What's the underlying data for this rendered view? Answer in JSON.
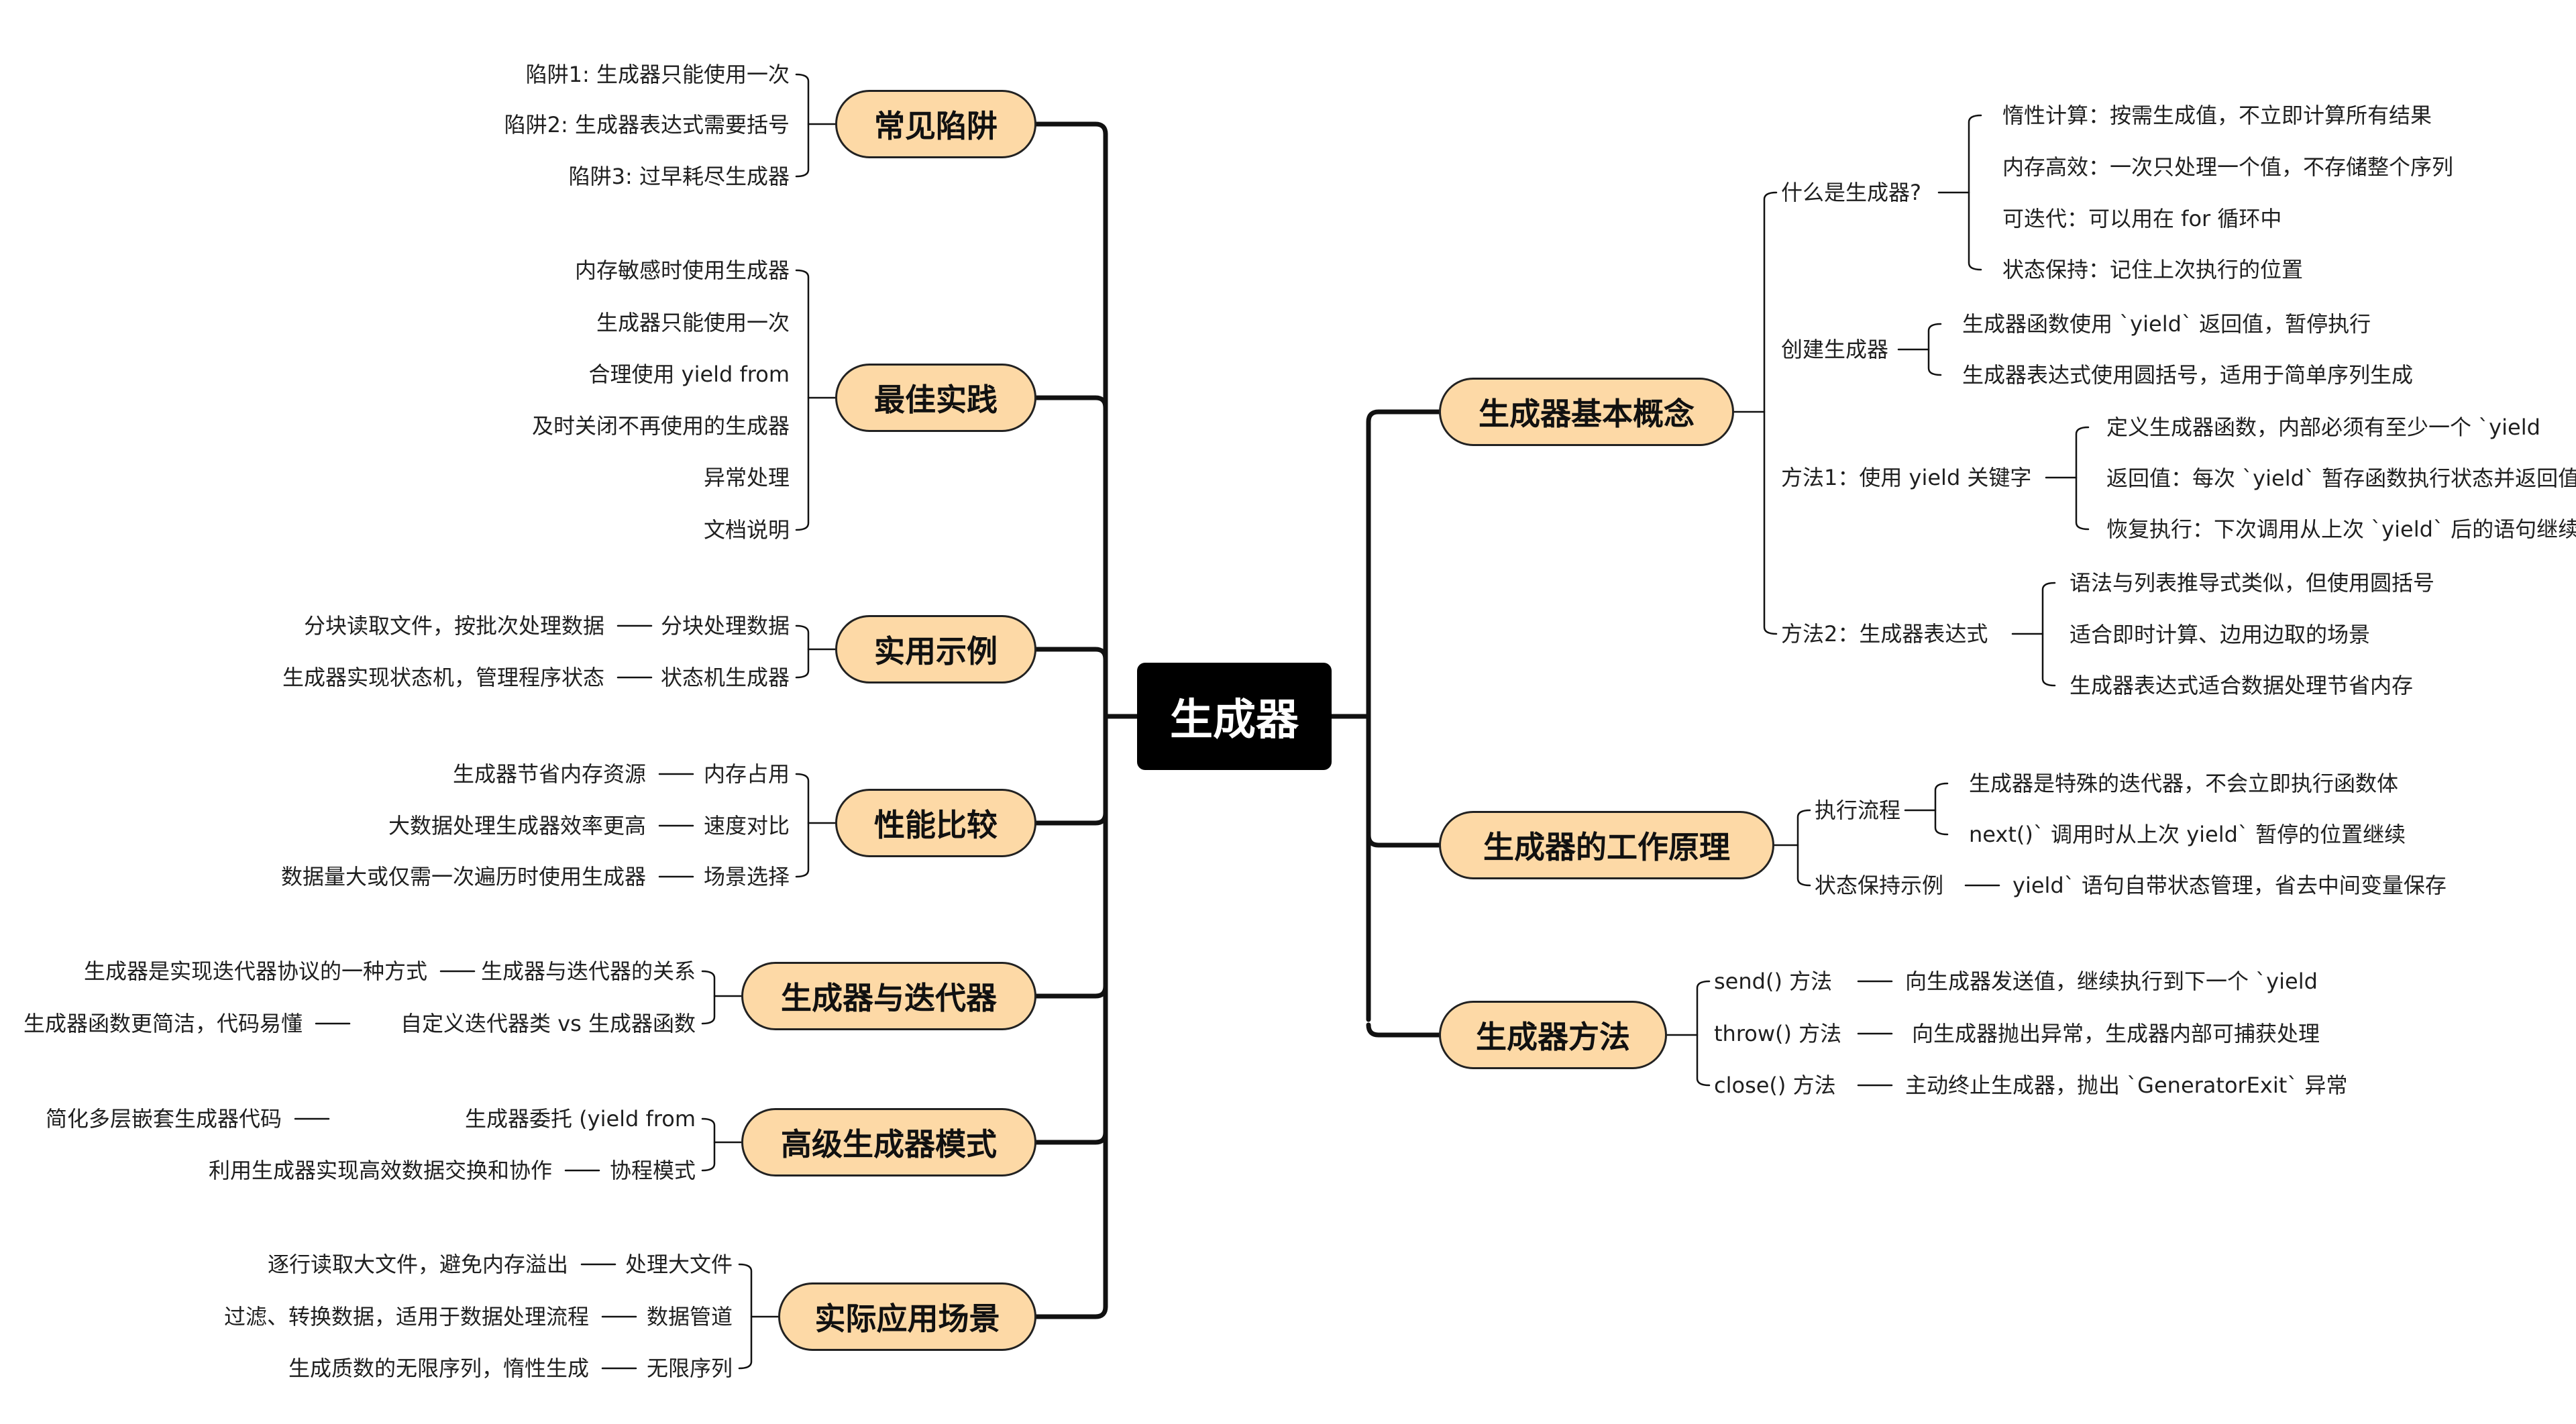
{
  "central": "生成器",
  "left": [
    {
      "label": "常见陷阱",
      "items": [
        {
          "text": "陷阱1: 生成器只能使用一次"
        },
        {
          "text": "陷阱2: 生成器表达式需要括号"
        },
        {
          "text": "陷阱3: 过早耗尽生成器"
        }
      ]
    },
    {
      "label": "最佳实践",
      "items": [
        {
          "text": "内存敏感时使用生成器"
        },
        {
          "text": "生成器只能使用一次"
        },
        {
          "text": "合理使用 yield from"
        },
        {
          "text": "及时关闭不再使用的生成器"
        },
        {
          "text": "异常处理"
        },
        {
          "text": "文档说明"
        }
      ]
    },
    {
      "label": "实用示例",
      "items": [
        {
          "text": "分块处理数据",
          "detail": "分块读取文件，按批次处理数据"
        },
        {
          "text": "状态机生成器",
          "detail": "生成器实现状态机，管理程序状态"
        }
      ]
    },
    {
      "label": "性能比较",
      "items": [
        {
          "text": "内存占用",
          "detail": "生成器节省内存资源"
        },
        {
          "text": "速度对比",
          "detail": "大数据处理生成器效率更高"
        },
        {
          "text": "场景选择",
          "detail": "数据量大或仅需一次遍历时使用生成器"
        }
      ]
    },
    {
      "label": "生成器与迭代器",
      "items": [
        {
          "text": "生成器与迭代器的关系",
          "detail": "生成器是实现迭代器协议的一种方式"
        },
        {
          "text": "自定义迭代器类 vs 生成器函数",
          "detail": "生成器函数更简洁，代码易懂"
        }
      ]
    },
    {
      "label": "高级生成器模式",
      "items": [
        {
          "text": "生成器委托 (yield from",
          "detail": "简化多层嵌套生成器代码"
        },
        {
          "text": "协程模式",
          "detail": "利用生成器实现高效数据交换和协作"
        }
      ]
    },
    {
      "label": "实际应用场景",
      "items": [
        {
          "text": "处理大文件",
          "detail": "逐行读取大文件，避免内存溢出"
        },
        {
          "text": "数据管道",
          "detail": "过滤、转换数据，适用于数据处理流程"
        },
        {
          "text": "无限序列",
          "detail": "生成质数的无限序列，惰性生成"
        }
      ]
    }
  ],
  "right": [
    {
      "label": "生成器基本概念",
      "subs": [
        {
          "label": "什么是生成器?",
          "items": [
            "惰性计算：按需生成值，不立即计算所有结果",
            "内存高效：一次只处理一个值，不存储整个序列",
            "可迭代：可以用在 for 循环中",
            "状态保持：记住上次执行的位置"
          ]
        },
        {
          "label": "创建生成器",
          "items": [
            "生成器函数使用 `yield` 返回值，暂停执行",
            "生成器表达式使用圆括号，适用于简单序列生成"
          ]
        },
        {
          "label": "方法1：使用 yield 关键字",
          "items": [
            "定义生成器函数，内部必须有至少一个 `yield",
            "返回值：每次 `yield` 暂存函数执行状态并返回值",
            "恢复执行：下次调用从上次 `yield` 后的语句继续"
          ]
        },
        {
          "label": "方法2：生成器表达式",
          "items": [
            "语法与列表推导式类似，但使用圆括号",
            "适合即时计算、边用边取的场景",
            "生成器表达式适合数据处理节省内存"
          ]
        }
      ]
    },
    {
      "label": "生成器的工作原理",
      "subs": [
        {
          "label": "执行流程",
          "items": [
            "生成器是特殊的迭代器，不会立即执行函数体",
            "next()` 调用时从上次 yield` 暂停的位置继续"
          ]
        },
        {
          "label": "状态保持示例",
          "items": [
            "yield` 语句自带状态管理，省去中间变量保存"
          ]
        }
      ]
    },
    {
      "label": "生成器方法",
      "subs": [
        {
          "label": "send() 方法",
          "items": [
            "向生成器发送值，继续执行到下一个 `yield"
          ]
        },
        {
          "label": "throw() 方法",
          "items": [
            "向生成器抛出异常，生成器内部可捕获处理"
          ]
        },
        {
          "label": "close() 方法",
          "items": [
            "主动终止生成器，抛出 `GeneratorExit` 异常"
          ]
        }
      ]
    }
  ]
}
